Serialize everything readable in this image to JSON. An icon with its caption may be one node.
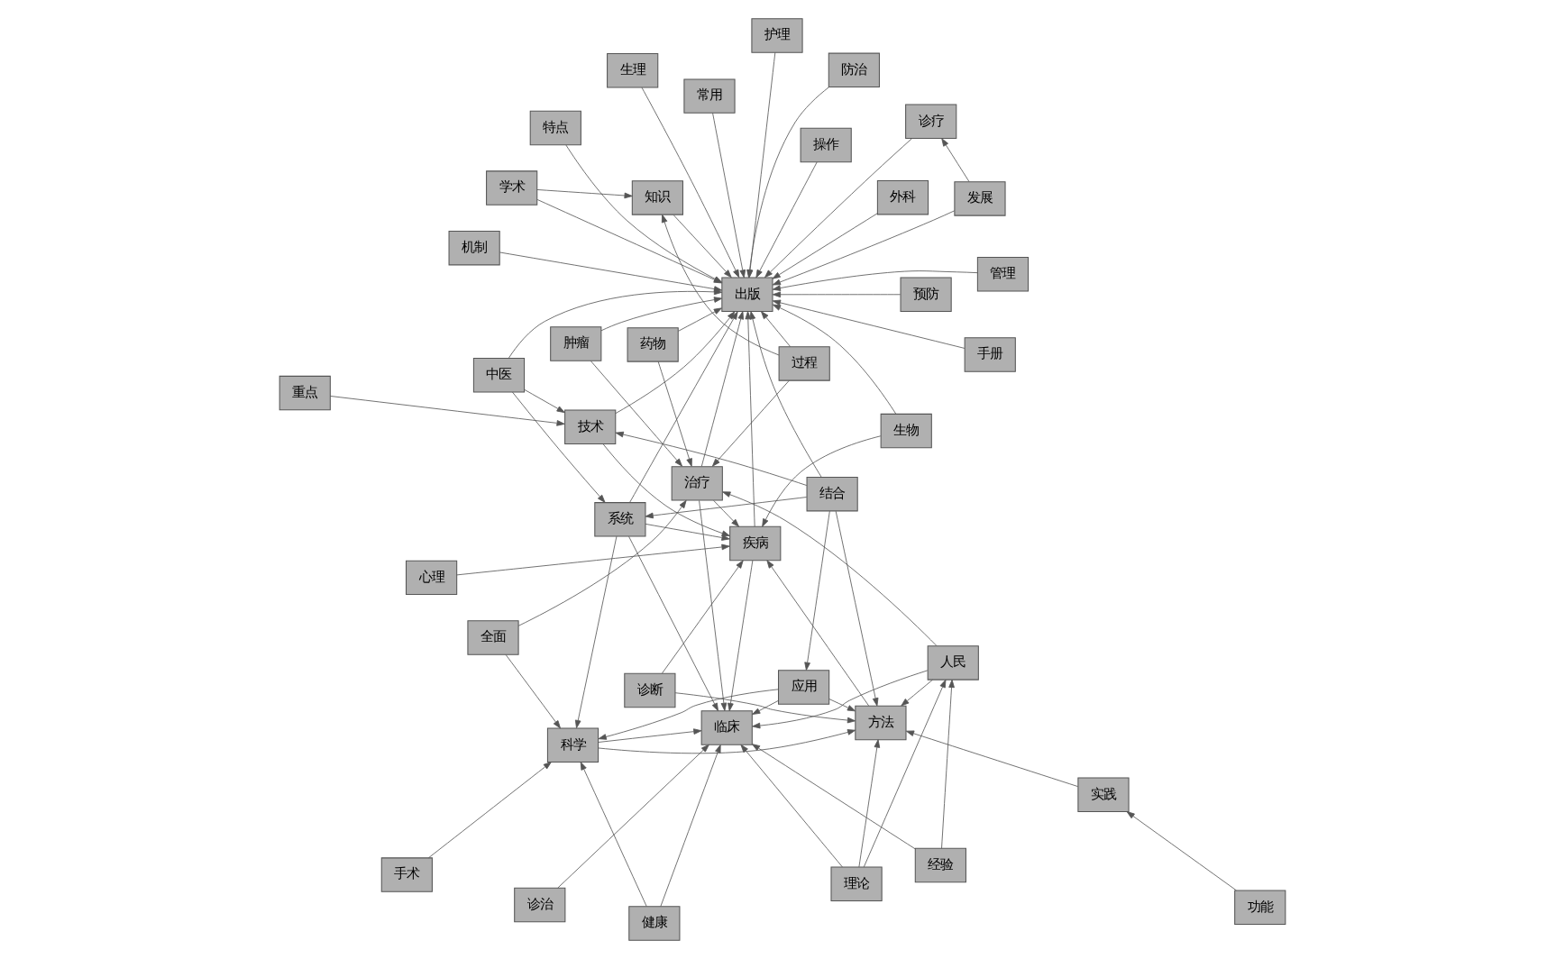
{
  "diagram": {
    "nodes": [
      {
        "text": [
          "手册"
        ]
      },
      {
        "text": [
          "管理"
        ]
      },
      {
        "text": [
          "外科"
        ]
      },
      {
        "text": [
          "发展"
        ]
      },
      {
        "text": [
          "操作"
        ]
      },
      {
        "text": [
          "诊疗"
        ]
      },
      {
        "text": [
          "防治"
        ]
      },
      {
        "text": [
          "护理"
        ]
      },
      {
        "text": [
          "常用"
        ]
      },
      {
        "text": [
          "生理"
        ]
      },
      {
        "text": [
          "出版"
        ]
      },
      {
        "text": [
          "技术"
        ]
      },
      {
        "text": [
          "知识"
        ]
      },
      {
        "text": [
          "特点"
        ]
      },
      {
        "text": [
          "过程"
        ]
      },
      {
        "text": [
          "学术"
        ]
      },
      {
        "text": [
          "重点"
        ]
      },
      {
        "text": [
          "机制"
        ]
      },
      {
        "text": [
          "生物"
        ]
      },
      {
        "text": [
          "药物"
        ]
      },
      {
        "text": [
          "中医"
        ]
      },
      {
        "text": [
          "治疗"
        ]
      },
      {
        "text": [
          "肿瘤"
        ]
      },
      {
        "text": [
          "结合"
        ]
      },
      {
        "text": [
          "系统"
        ]
      },
      {
        "text": [
          "心理"
        ]
      },
      {
        "text": [
          "应用"
        ]
      },
      {
        "text": [
          "疾病"
        ]
      },
      {
        "text": [
          "诊治"
        ]
      },
      {
        "text": [
          "全面"
        ]
      },
      {
        "text": [
          "临床"
        ]
      },
      {
        "text": [
          "诊断"
        ]
      },
      {
        "text": [
          "科学"
        ]
      },
      {
        "text": [
          "方法"
        ]
      },
      {
        "text": [
          "理论"
        ]
      },
      {
        "text": [
          "手术"
        ]
      },
      {
        "text": [
          "健康"
        ]
      },
      {
        "text": [
          "人民"
        ]
      },
      {
        "text": [
          "预防"
        ]
      },
      {
        "text": [
          "功能"
        ]
      },
      {
        "text": [
          "实践"
        ]
      },
      {
        "text": [
          "经验"
        ]
      }
    ],
    "edges": [
      {
        "from": 0,
        "to": 10,
        "arrow": "to"
      },
      {
        "from": 1,
        "to": 10,
        "arrow": "to"
      },
      {
        "from": 2,
        "to": 10,
        "arrow": "to"
      },
      {
        "from": 3,
        "to": 10,
        "arrow": "to"
      },
      {
        "from": 4,
        "to": 10,
        "arrow": "to"
      },
      {
        "from": 5,
        "to": 10,
        "arrow": "to"
      },
      {
        "from": 6,
        "to": 10,
        "arrow": "to"
      },
      {
        "from": 7,
        "to": 10,
        "arrow": "to"
      },
      {
        "from": 8,
        "to": 10,
        "arrow": "to"
      },
      {
        "from": 9,
        "to": 10,
        "arrow": "to"
      },
      {
        "from": 11,
        "to": 10,
        "arrow": "to"
      },
      {
        "from": 12,
        "to": 10,
        "arrow": "to"
      },
      {
        "from": 13,
        "to": 10,
        "arrow": "to"
      },
      {
        "from": 14,
        "to": 10,
        "arrow": "to"
      },
      {
        "from": 15,
        "to": 10,
        "arrow": "to"
      },
      {
        "from": 17,
        "to": 10,
        "arrow": "to"
      },
      {
        "from": 18,
        "to": 10,
        "arrow": "to"
      },
      {
        "from": 19,
        "to": 10,
        "arrow": "to"
      },
      {
        "from": 20,
        "to": 10,
        "arrow": "to"
      },
      {
        "from": 21,
        "to": 10,
        "arrow": "to"
      },
      {
        "from": 22,
        "to": 10,
        "arrow": "to"
      },
      {
        "from": 23,
        "to": 10,
        "arrow": "to"
      },
      {
        "from": 24,
        "to": 10,
        "arrow": "to"
      },
      {
        "from": 27,
        "to": 10,
        "arrow": "to"
      },
      {
        "from": 38,
        "to": 10,
        "arrow": "to"
      },
      {
        "from": 24,
        "to": 30,
        "arrow": "to"
      },
      {
        "from": 26,
        "to": 30,
        "arrow": "to"
      },
      {
        "from": 28,
        "to": 30,
        "arrow": "to"
      },
      {
        "from": 32,
        "to": 30,
        "arrow": "to"
      },
      {
        "from": 34,
        "to": 30,
        "arrow": "to"
      },
      {
        "from": 37,
        "to": 30,
        "arrow": "to"
      },
      {
        "from": 41,
        "to": 30,
        "arrow": "to"
      },
      {
        "from": 36,
        "to": 30,
        "arrow": "to"
      },
      {
        "from": 21,
        "to": 30,
        "arrow": "to"
      },
      {
        "from": 27,
        "to": 30,
        "arrow": "to"
      },
      {
        "from": 25,
        "to": 27,
        "arrow": "to"
      },
      {
        "from": 31,
        "to": 27,
        "arrow": "to"
      },
      {
        "from": 21,
        "to": 27,
        "arrow": "to"
      },
      {
        "from": 33,
        "to": 27,
        "arrow": "to"
      },
      {
        "from": 11,
        "to": 27,
        "arrow": "to"
      },
      {
        "from": 24,
        "to": 27,
        "arrow": "to"
      },
      {
        "from": 18,
        "to": 27,
        "arrow": "to"
      },
      {
        "from": 32,
        "to": 33,
        "arrow": "to"
      },
      {
        "from": 34,
        "to": 33,
        "arrow": "to"
      },
      {
        "from": 37,
        "to": 33,
        "arrow": "to"
      },
      {
        "from": 40,
        "to": 33,
        "arrow": "to"
      },
      {
        "from": 31,
        "to": 33,
        "arrow": "to"
      },
      {
        "from": 23,
        "to": 33,
        "arrow": "to"
      },
      {
        "from": 26,
        "to": 33,
        "arrow": "to"
      },
      {
        "from": 19,
        "to": 21,
        "arrow": "to"
      },
      {
        "from": 14,
        "to": 21,
        "arrow": "to"
      },
      {
        "from": 37,
        "to": 21,
        "arrow": "to"
      },
      {
        "from": 22,
        "to": 21,
        "arrow": "to"
      },
      {
        "from": 29,
        "to": 21,
        "arrow": "to"
      },
      {
        "from": 26,
        "to": 32,
        "arrow": "to"
      },
      {
        "from": 29,
        "to": 32,
        "arrow": "to"
      },
      {
        "from": 24,
        "to": 32,
        "arrow": "to"
      },
      {
        "from": 35,
        "to": 32,
        "arrow": "to"
      },
      {
        "from": 36,
        "to": 32,
        "arrow": "to"
      },
      {
        "from": 16,
        "to": 11,
        "arrow": "to"
      },
      {
        "from": 20,
        "to": 11,
        "arrow": "to"
      },
      {
        "from": 23,
        "to": 11,
        "arrow": "to"
      },
      {
        "from": 41,
        "to": 37,
        "arrow": "to"
      },
      {
        "from": 34,
        "to": 37,
        "arrow": "to"
      },
      {
        "from": 39,
        "to": 40,
        "arrow": "to"
      },
      {
        "from": 14,
        "to": 12,
        "arrow": "to"
      },
      {
        "from": 23,
        "to": 24,
        "arrow": "to"
      },
      {
        "from": 20,
        "to": 24,
        "arrow": "to"
      },
      {
        "from": 23,
        "to": 26,
        "arrow": "to"
      },
      {
        "from": 3,
        "to": 5,
        "arrow": "to"
      },
      {
        "from": 15,
        "to": 12,
        "arrow": "to"
      }
    ]
  }
}
